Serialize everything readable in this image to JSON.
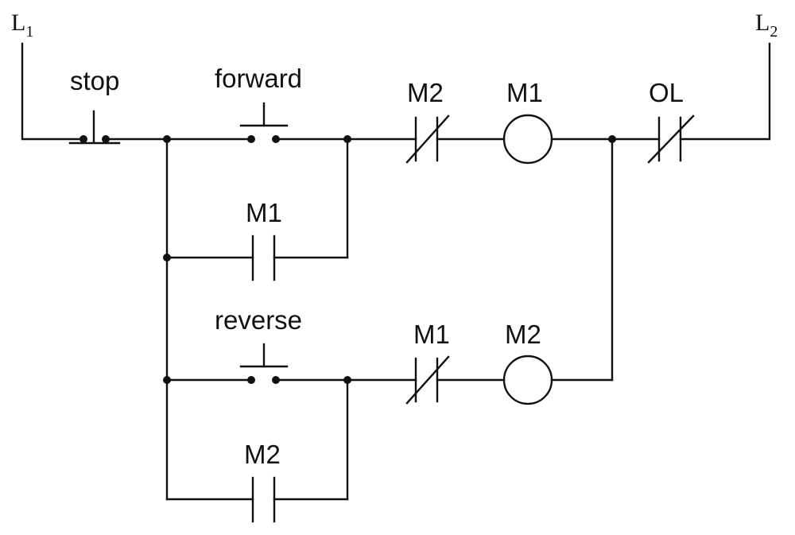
{
  "diagram": {
    "rails": {
      "left": {
        "main": "L",
        "sub": "1"
      },
      "right": {
        "main": "L",
        "sub": "2"
      }
    },
    "labels": {
      "stop": "stop",
      "forward": "forward",
      "m1_seal": "M1",
      "reverse": "reverse",
      "m2_seal": "M2",
      "m2_interlock": "M2",
      "m1_coil": "M1",
      "m1_interlock": "M1",
      "m2_coil": "M2",
      "overload": "OL"
    }
  }
}
